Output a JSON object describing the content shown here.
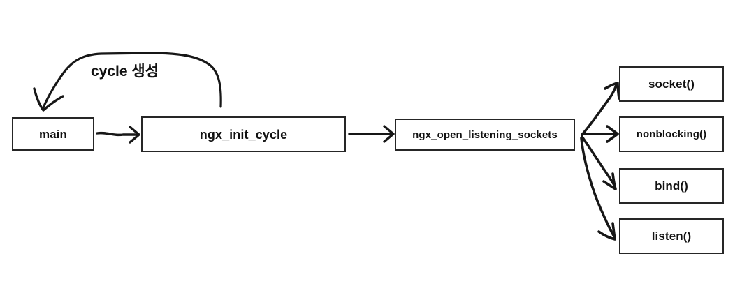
{
  "diagram": {
    "title": "nginx listening socket initialization flow",
    "background_color": "#ffffff",
    "stroke_color": "#171717",
    "text_color": "#111111",
    "nodes": [
      {
        "id": "main",
        "label": "main"
      },
      {
        "id": "init_cycle",
        "label": "ngx_init_cycle"
      },
      {
        "id": "open_socket",
        "label": "ngx_open_listening_sockets"
      },
      {
        "id": "socket",
        "label": "socket()"
      },
      {
        "id": "nonblocking",
        "label": "nonblocking()"
      },
      {
        "id": "bind",
        "label": "bind()"
      },
      {
        "id": "listen",
        "label": "listen()"
      }
    ],
    "edges": [
      {
        "from": "main",
        "to": "init_cycle",
        "label": ""
      },
      {
        "from": "init_cycle",
        "to": "main",
        "label": "cycle 생성"
      },
      {
        "from": "init_cycle",
        "to": "open_socket",
        "label": ""
      },
      {
        "from": "open_socket",
        "to": "socket",
        "label": ""
      },
      {
        "from": "open_socket",
        "to": "nonblocking",
        "label": ""
      },
      {
        "from": "open_socket",
        "to": "bind",
        "label": ""
      },
      {
        "from": "open_socket",
        "to": "listen",
        "label": ""
      }
    ],
    "curve_label": "cycle 생성"
  }
}
